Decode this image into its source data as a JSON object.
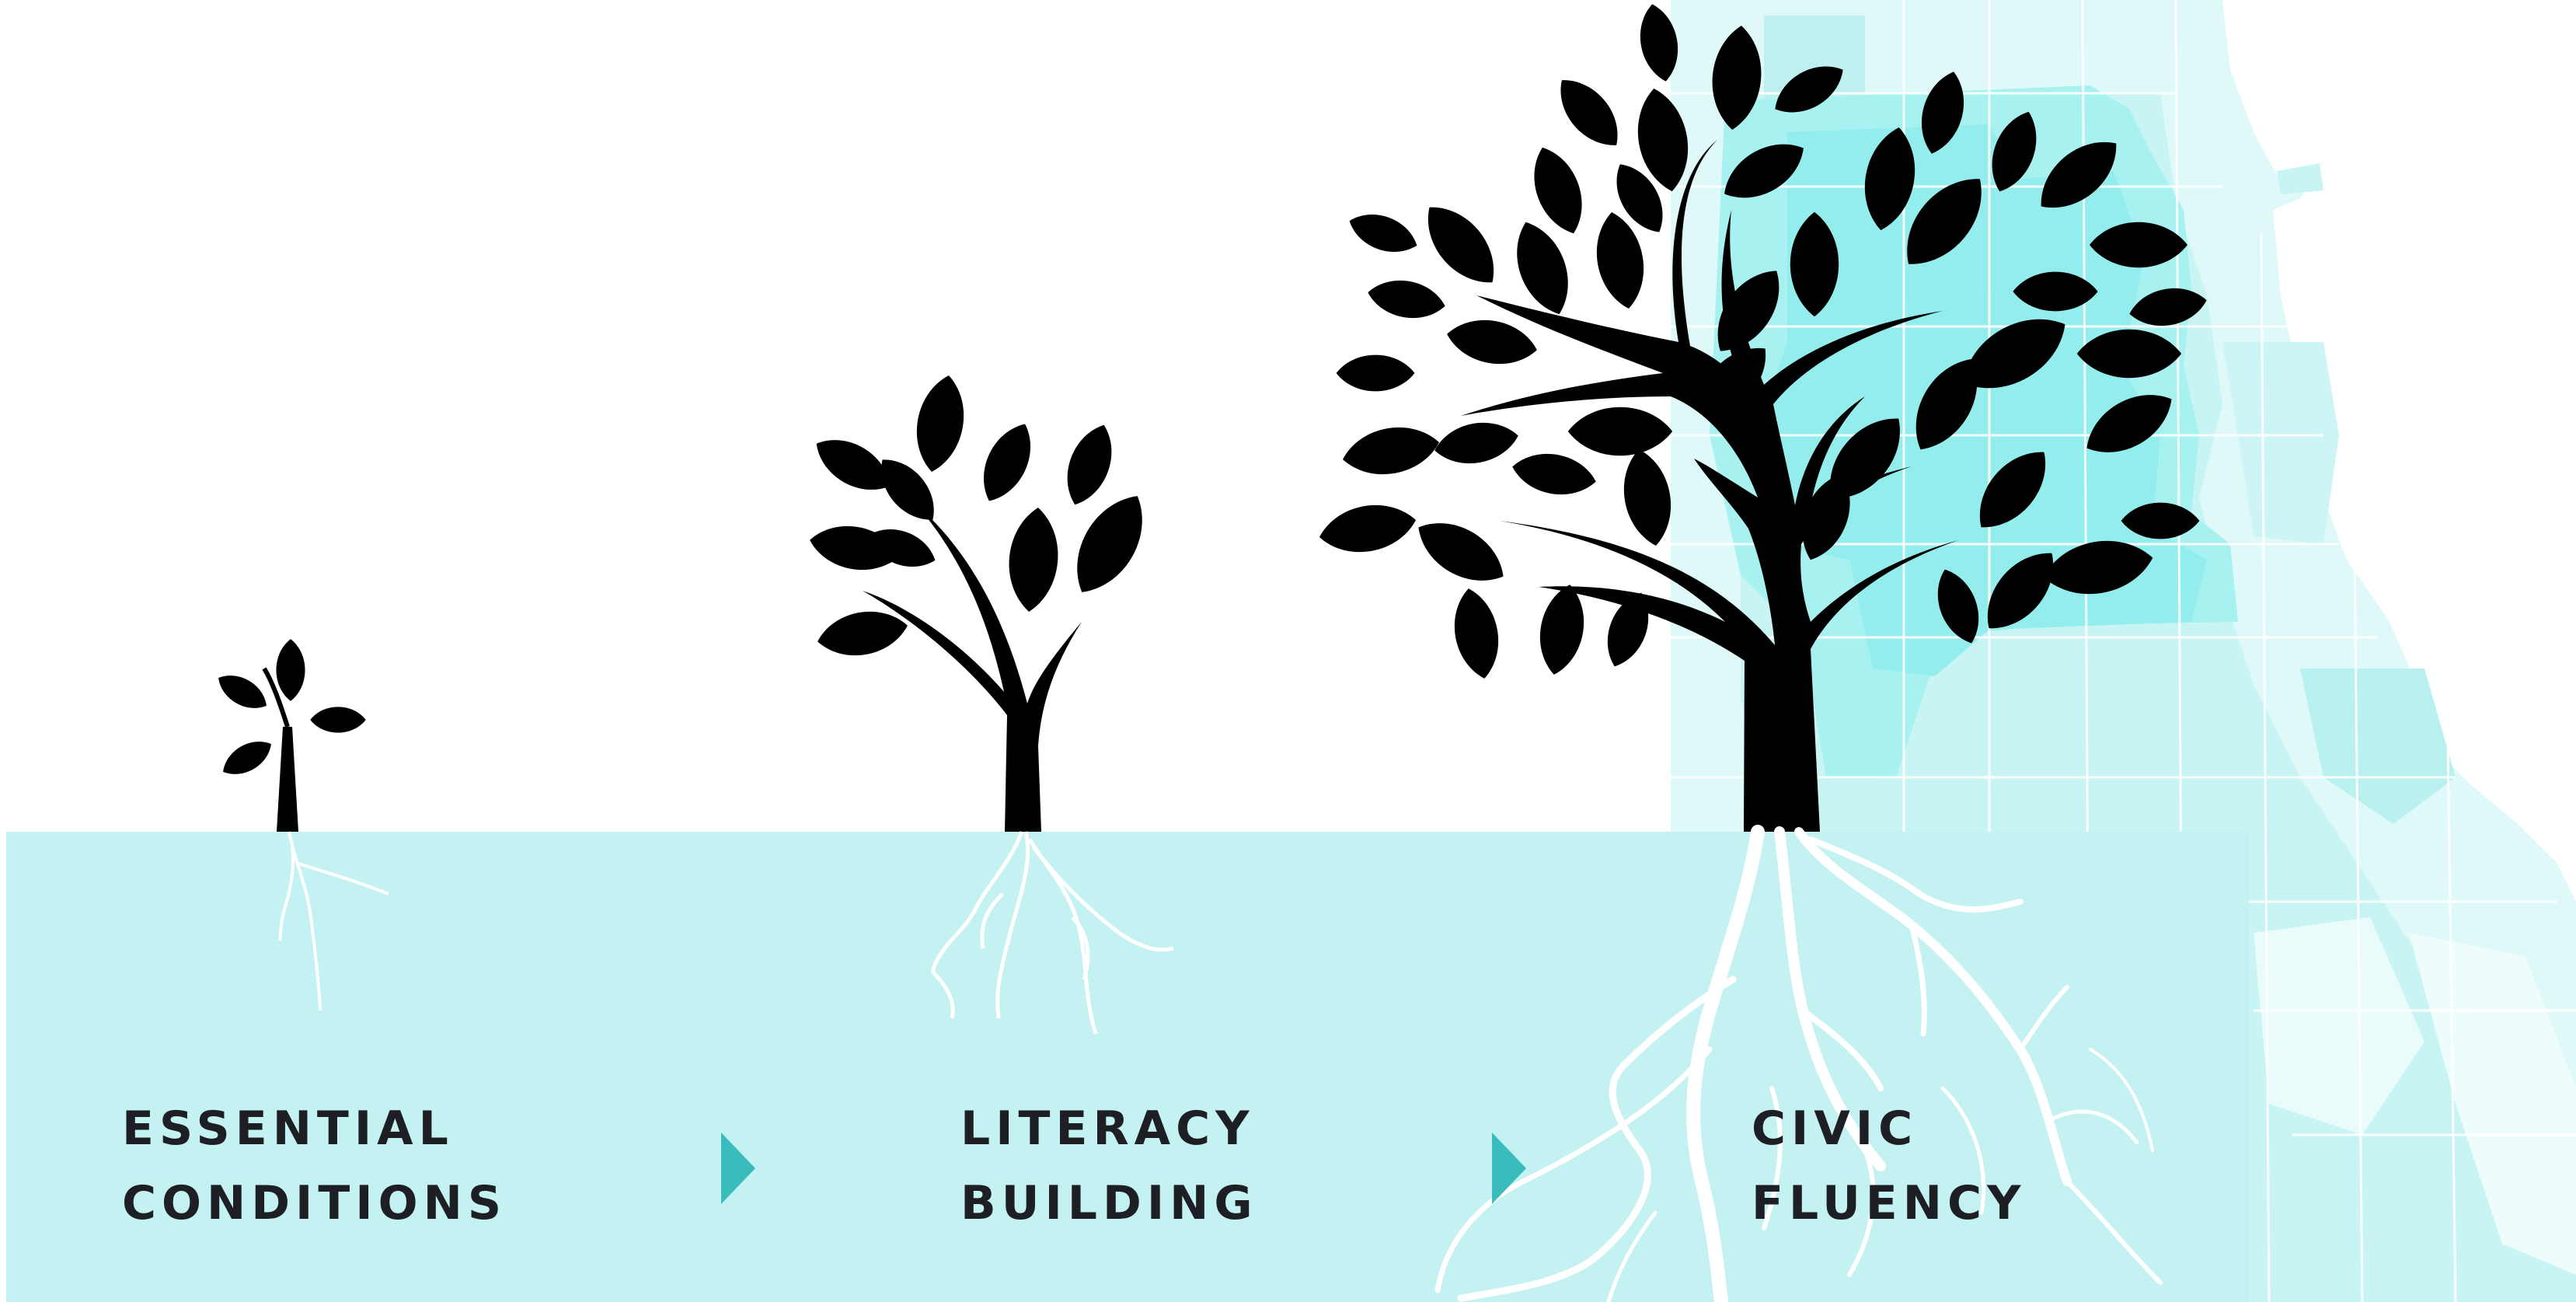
{
  "stages": [
    {
      "line1": "ESSENTIAL",
      "line2": "CONDITIONS"
    },
    {
      "line1": "LITERACY",
      "line2": "BUILDING"
    },
    {
      "line1": "CIVIC",
      "line2": "FLUENCY"
    }
  ],
  "icons": {
    "tree_small": "seedling-tree-icon",
    "tree_medium": "young-tree-icon",
    "tree_large": "mature-tree-icon",
    "arrow": "arrow-right-icon",
    "map": "city-map-background"
  },
  "colors": {
    "ground": "#c4f1f1",
    "arrow": "#3bbcbc",
    "map_light": "#dff8f8",
    "map_mid": "#bff0f0",
    "map_strong": "#8feeee",
    "foliage": "#000000",
    "roots": "#ffffff"
  }
}
